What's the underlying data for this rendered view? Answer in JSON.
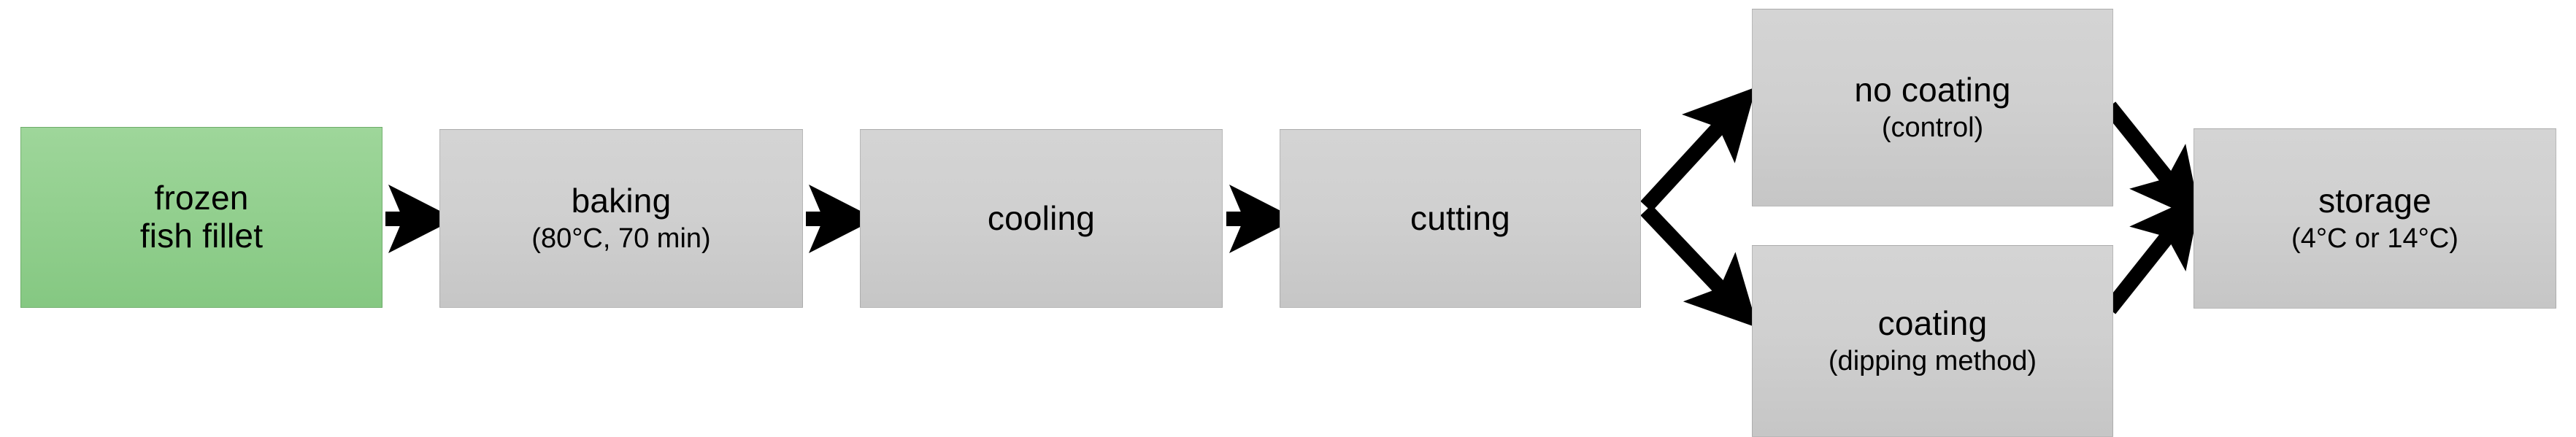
{
  "diagram": {
    "type": "process-flowchart",
    "title": "",
    "background": "#ffffff",
    "colors": {
      "highlight_fill": "#92cf8e",
      "process_fill": "#d0d0d0",
      "arrow": "#000000",
      "text": "#000000"
    },
    "nodes": [
      {
        "id": "frozen-fish-fillet",
        "title": "frozen",
        "sub": "fish fillet",
        "style": "green"
      },
      {
        "id": "baking",
        "title": "baking",
        "sub": "(80°C, 70 min)",
        "style": "gray"
      },
      {
        "id": "cooling",
        "title": "cooling",
        "sub": "",
        "style": "gray"
      },
      {
        "id": "cutting",
        "title": "cutting",
        "sub": "",
        "style": "gray"
      },
      {
        "id": "no-coating",
        "title": "no coating",
        "sub": "(control)",
        "style": "gray"
      },
      {
        "id": "coating",
        "title": "coating",
        "sub": "(dipping method)",
        "style": "gray"
      },
      {
        "id": "storage",
        "title": "storage",
        "sub": "(4°C or 14°C)",
        "style": "gray"
      }
    ],
    "edges": [
      {
        "from": "frozen-fish-fillet",
        "to": "baking",
        "kind": "straight-arrow"
      },
      {
        "from": "baking",
        "to": "cooling",
        "kind": "straight-arrow"
      },
      {
        "from": "cooling",
        "to": "cutting",
        "kind": "straight-arrow"
      },
      {
        "from": "cutting",
        "to": "no-coating",
        "kind": "branch-up-arrow"
      },
      {
        "from": "cutting",
        "to": "coating",
        "kind": "branch-down-arrow"
      },
      {
        "from": "no-coating",
        "to": "storage",
        "kind": "merge-down-arrow"
      },
      {
        "from": "coating",
        "to": "storage",
        "kind": "merge-up-arrow"
      }
    ]
  }
}
